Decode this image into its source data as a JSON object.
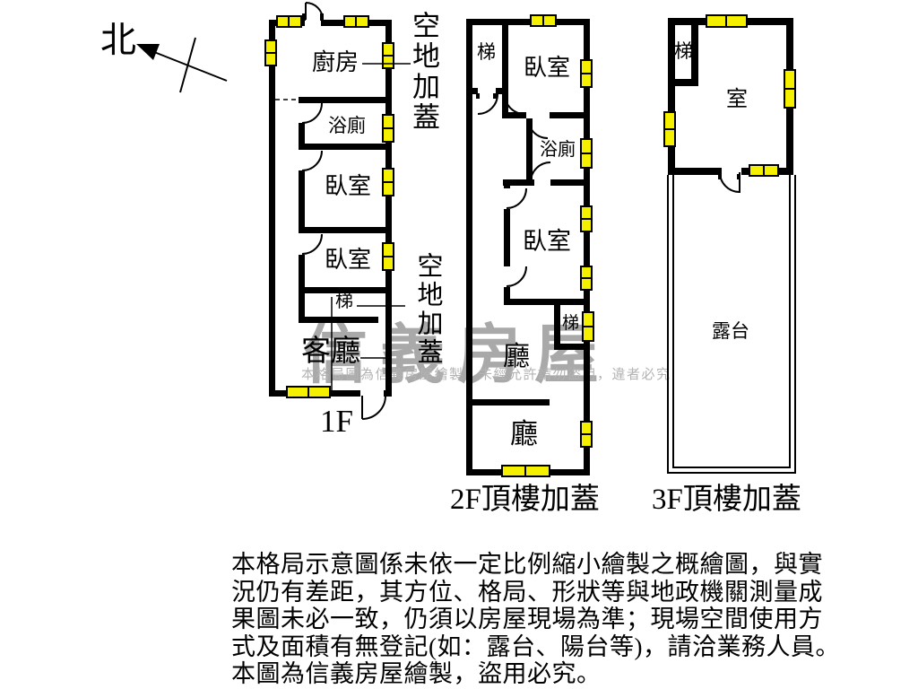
{
  "compass": {
    "label": "北"
  },
  "floor1": {
    "name": "1F",
    "kitchen": "廚房",
    "bath": "浴廁",
    "bedroom1": "臥室",
    "bedroom2": "臥室",
    "stairs": "梯",
    "living": "客廳",
    "open_area_top": "空地加蓋",
    "open_area_bottom": "空地加蓋"
  },
  "floor2": {
    "name": "2F頂樓加蓋",
    "stairs_top": "梯",
    "bedroom_top": "臥室",
    "bath": "浴廁",
    "bedroom_mid": "臥室",
    "stairs_bottom": "梯",
    "hall_upper": "廳",
    "hall_lower": "廳"
  },
  "floor3": {
    "name": "3F頂樓加蓋",
    "stairs": "梯",
    "room": "室",
    "terrace": "露台"
  },
  "watermark": {
    "brand": "信義房屋",
    "notice": "本格局圖為信義房屋繪製，未經允許請勿盜用，違者必究"
  },
  "disclaimer": {
    "line1": "本格局示意圖係未依一定比例縮小繪製之概繪圖，與實",
    "line2": "況仍有差距，其方位、格局、形狀等與地政機關測量成",
    "line3": "果圖未必一致，仍須以房屋現場為準；現場空間使用方",
    "line4": "式及面積有無登記(如：露台、陽台等)，請洽業務人員。",
    "line5": "本圖為信義房屋繪製，盜用必究。"
  },
  "colors": {
    "wall": "#000000",
    "window": "#f5ef00",
    "watermark": "#a9a9a9",
    "background": "#ffffff"
  }
}
